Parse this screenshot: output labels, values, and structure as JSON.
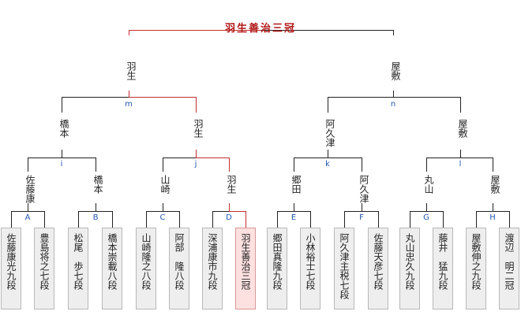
{
  "champion": "羽生善治三冠",
  "final": {
    "left": "羽生",
    "right": "屋敷"
  },
  "semifinals": [
    {
      "label": "m",
      "top": "橋本",
      "bottom": "羽生"
    },
    {
      "label": "n",
      "top": "阿久津",
      "bottom": "屋敷"
    }
  ],
  "quarterfinals": [
    {
      "label": "i",
      "top": "佐藤康",
      "bottom": "橋本"
    },
    {
      "label": "j",
      "top": "山崎",
      "bottom": "羽生"
    },
    {
      "label": "k",
      "top": "郷田",
      "bottom": "阿久津"
    },
    {
      "label": "l",
      "top": "丸山",
      "bottom": "屋敷"
    }
  ],
  "first_round": [
    {
      "label": "A",
      "players": [
        "佐藤康光九段",
        "豊島将之七段"
      ]
    },
    {
      "label": "B",
      "players": [
        "松尾　歩七段",
        "橋本崇載八段"
      ]
    },
    {
      "label": "C",
      "players": [
        "山崎隆之八段",
        "阿部　隆八段"
      ]
    },
    {
      "label": "D",
      "players": [
        "深浦康市九段",
        "羽生善治三冠"
      ]
    },
    {
      "label": "E",
      "players": [
        "郷田真隆九段",
        "小林裕士七段"
      ]
    },
    {
      "label": "F",
      "players": [
        "阿久津主税七段",
        "佐藤天彦七段"
      ]
    },
    {
      "label": "G",
      "players": [
        "丸山忠久九段",
        "藤井　猛九段"
      ]
    },
    {
      "label": "H",
      "players": [
        "屋敷伸之九段",
        "渡辺　明二冠"
      ]
    }
  ],
  "colors": {
    "winner_path": "#c03030",
    "line": "#222222",
    "label": "#2255aa",
    "champion": "#b01818"
  }
}
